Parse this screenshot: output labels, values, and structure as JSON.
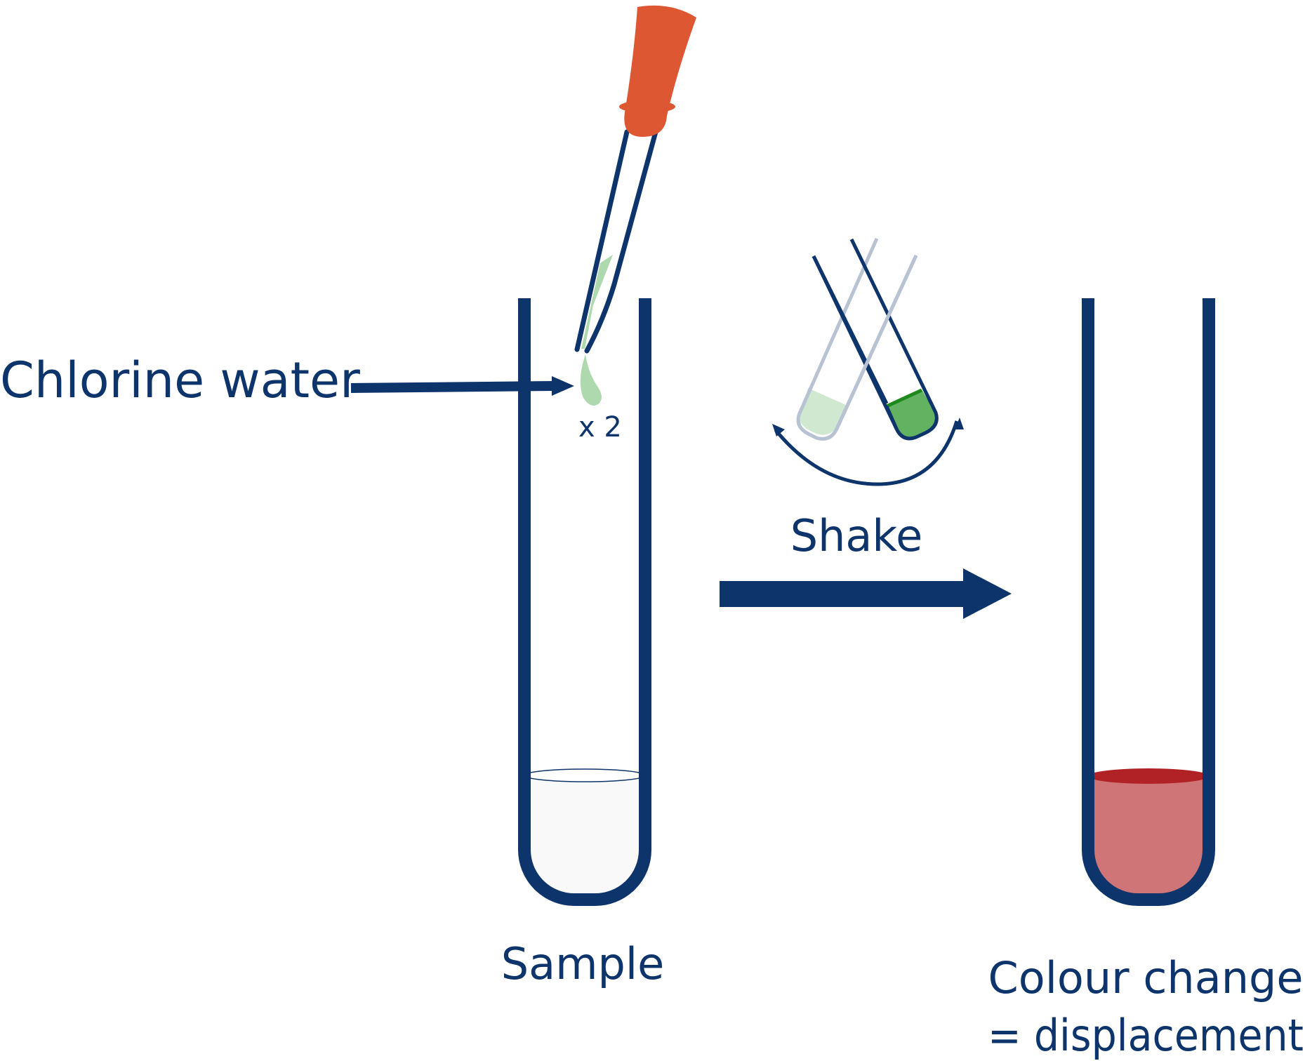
{
  "labels": {
    "chlorine_water": "Chlorine water",
    "drops": "x 2",
    "shake": "Shake",
    "sample": "Sample",
    "result_line1": "Colour change",
    "result_line2": "= displacement"
  },
  "icons": {
    "dropper": "dropper-icon",
    "shaking_tubes": "shaking-tubes-icon",
    "process_arrow": "arrow-right-icon"
  },
  "colors": {
    "outline": "#0e346c",
    "dropper_bulb": "#dd5733",
    "chlorine_water": "#aed8ae",
    "sample_liquid": "#f9f9f9",
    "result_liquid": "#d07577",
    "result_liquid_top": "#b02226",
    "ghost_tube": "#b7c2d3",
    "shake_liquid_light": "#cfe8cf",
    "shake_liquid_dark": "#62b262",
    "shake_liquid_dark_top": "#1e8a1e"
  }
}
